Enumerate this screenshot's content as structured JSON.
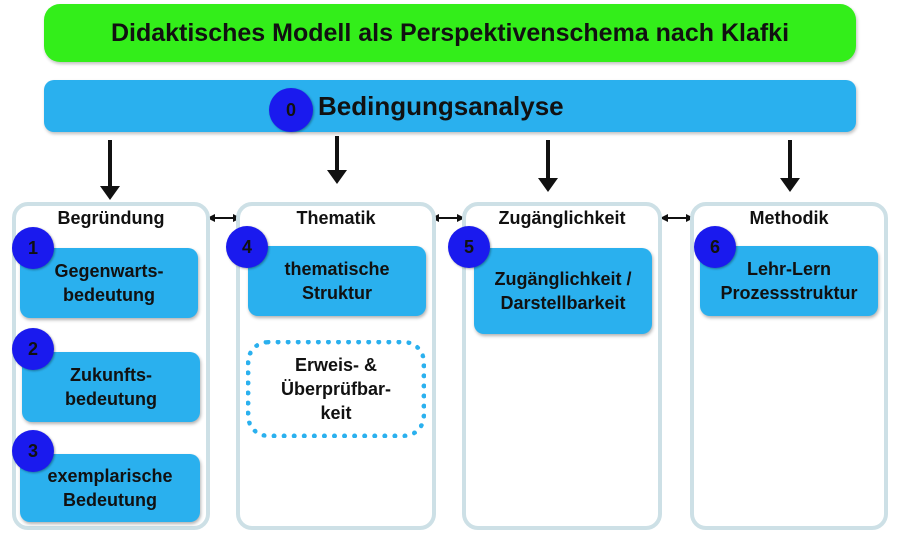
{
  "title": "Didaktisches Modell als Perspektivenschema nach Klafki",
  "condition": {
    "number": "0",
    "label": "Bedingungsanalyse"
  },
  "columns": [
    {
      "heading": "Begründung",
      "cards": [
        {
          "number": "1",
          "label": "Gegenwarts-\nbedeutung"
        },
        {
          "number": "2",
          "label": "Zukunfts-\nbedeutung"
        },
        {
          "number": "3",
          "label": "exemplarische\nBedeutung"
        }
      ]
    },
    {
      "heading": "Thematik",
      "cards": [
        {
          "number": "4",
          "label": "thematische\nStruktur"
        }
      ],
      "extra": "Erweis- &\nÜberprüfbar-\nkeit"
    },
    {
      "heading": "Zugänglichkeit",
      "cards": [
        {
          "number": "5",
          "label": "Zugänglichkeit /\nDarstellbarkeit"
        }
      ]
    },
    {
      "heading": "Methodik",
      "cards": [
        {
          "number": "6",
          "label": "Lehr-Lern\nProzessstruktur"
        }
      ]
    }
  ],
  "colors": {
    "title_green": "#33ee1a",
    "box_blue": "#2ab0ee",
    "badge_blue": "#1a1aee",
    "column_border": "#cde0e6"
  }
}
